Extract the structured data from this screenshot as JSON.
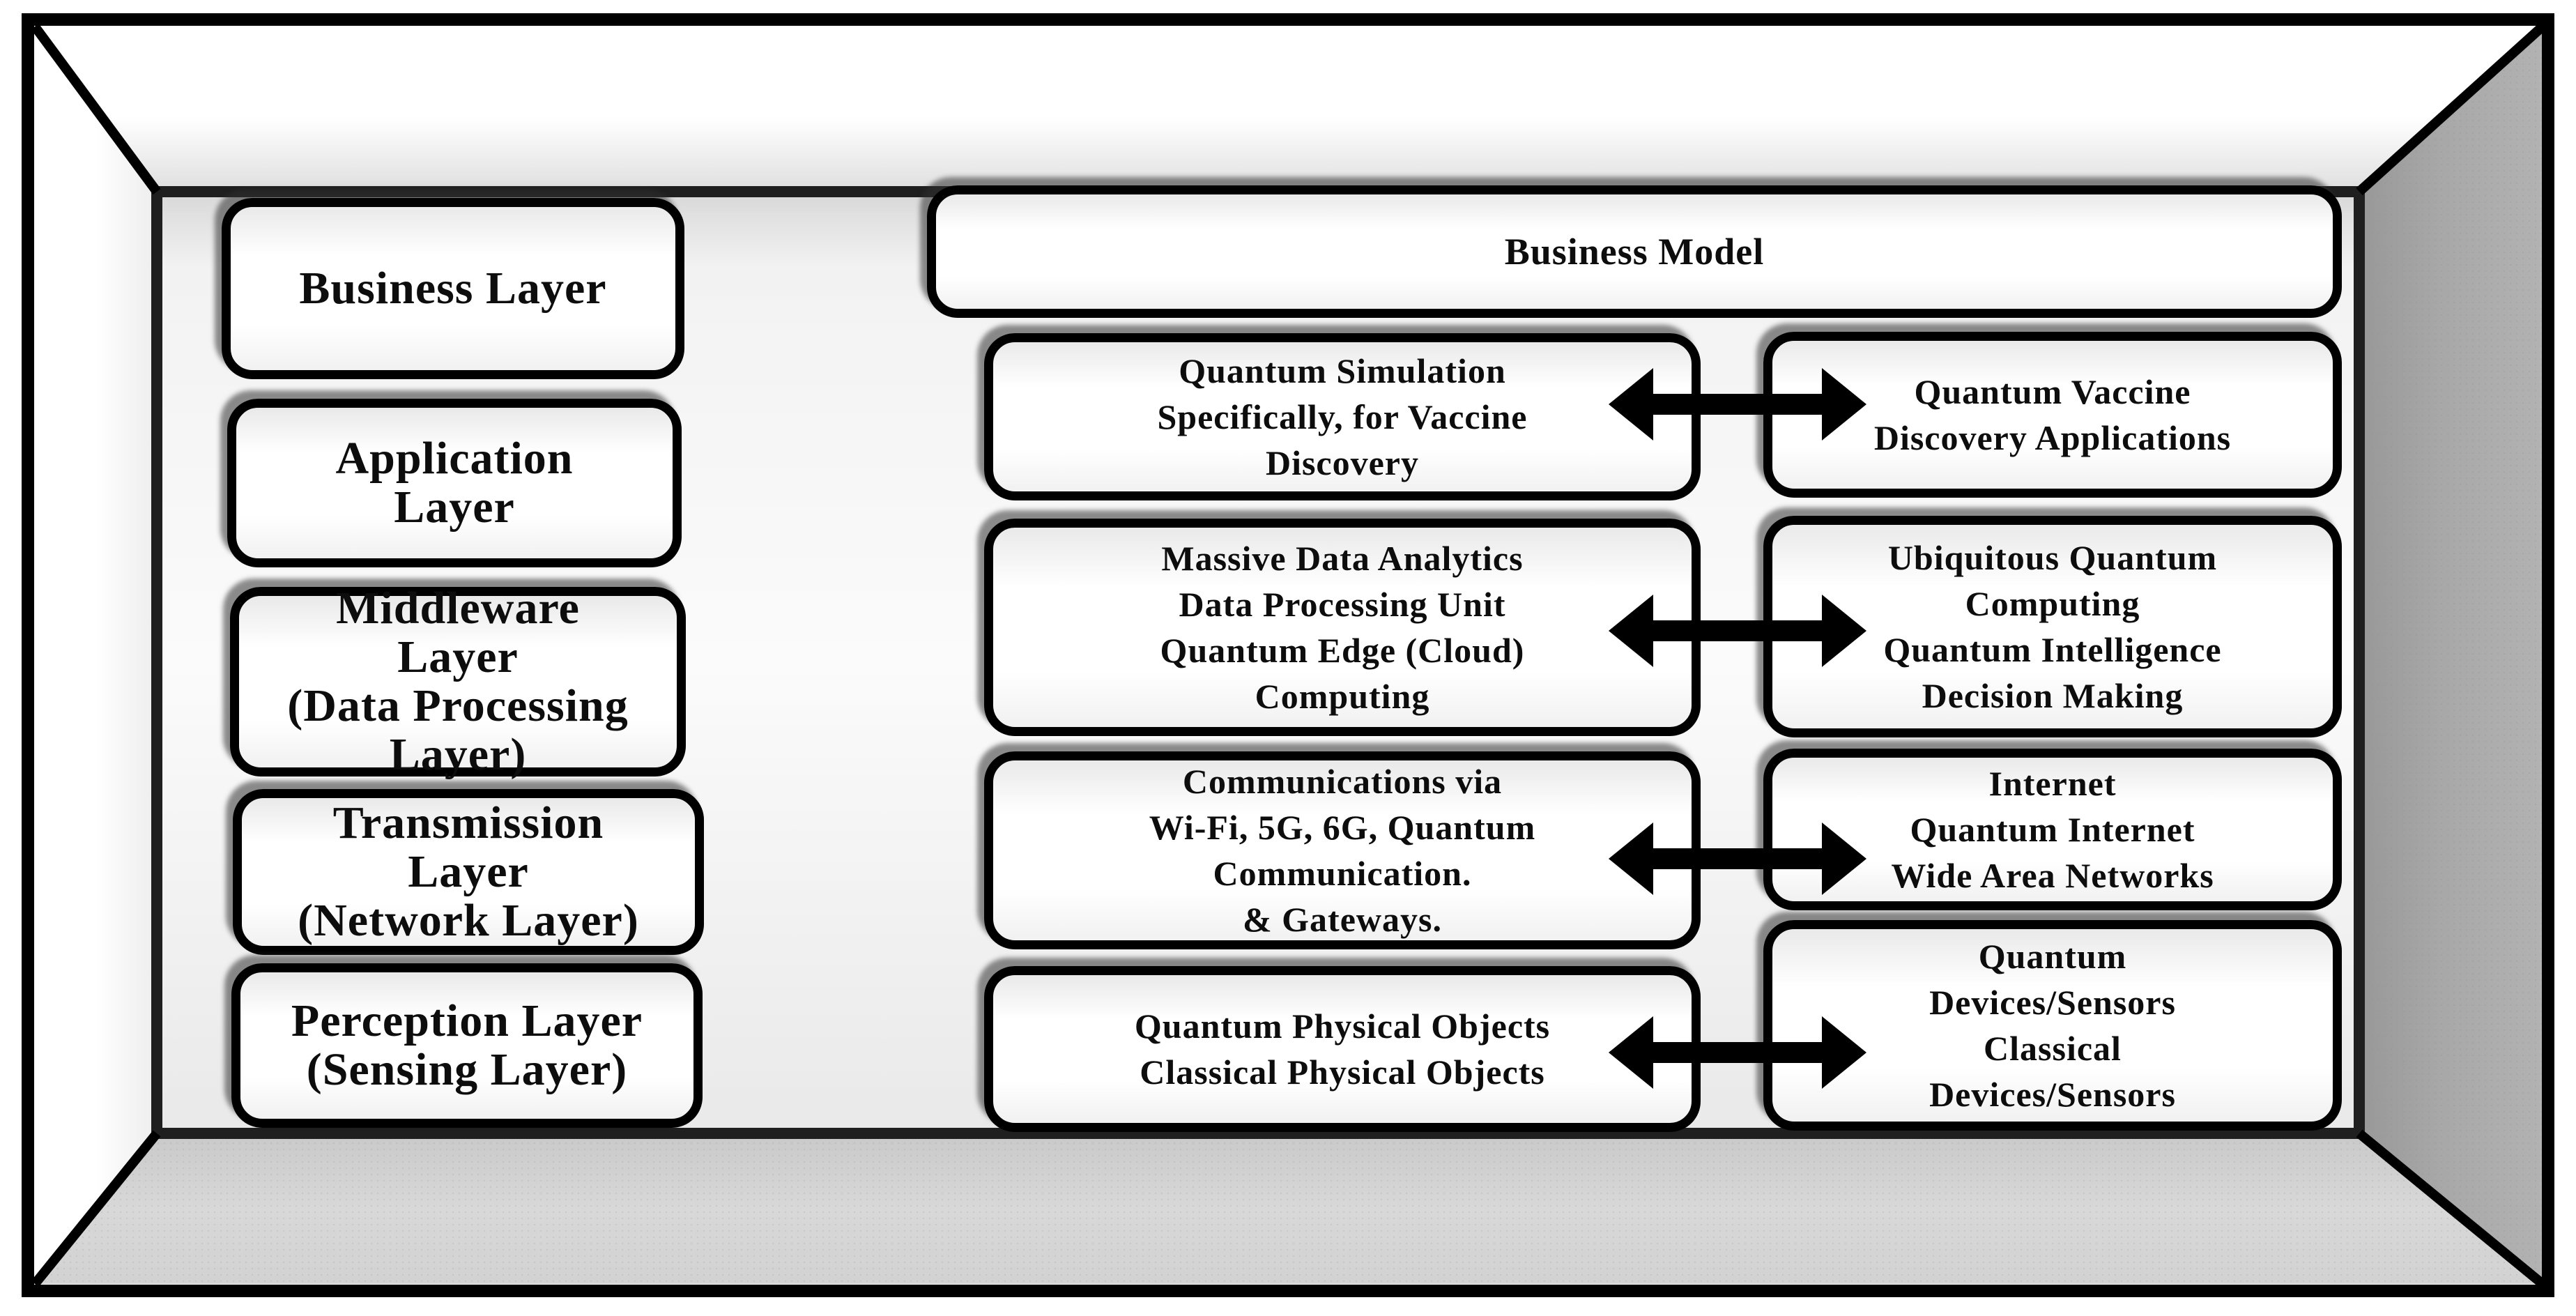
{
  "colors": {
    "frame_border": "#000000",
    "box_border": "#000000",
    "box_fill": "#ffffff",
    "right_wall": "#a6a6a6",
    "floor": "#d6d6d6",
    "back_wall": "#f5f5f5",
    "arrow": "#000000",
    "text": "#0d0d0d"
  },
  "left_column": {
    "layers": [
      {
        "label": "Business Layer"
      },
      {
        "label": "Application\nLayer"
      },
      {
        "label": "Middleware\nLayer\n(Data Processing\nLayer)"
      },
      {
        "label": "Transmission\nLayer\n(Network Layer)"
      },
      {
        "label": "Perception Layer\n(Sensing Layer)"
      }
    ]
  },
  "business_model": {
    "label": "Business Model"
  },
  "rows": [
    {
      "middle": {
        "label": "Quantum Simulation\nSpecifically, for Vaccine\nDiscovery"
      },
      "right": {
        "label": "Quantum Vaccine\nDiscovery Applications"
      },
      "connector": "double-headed-arrow"
    },
    {
      "middle": {
        "label": "Massive Data Analytics\nData Processing Unit\nQuantum Edge (Cloud)\nComputing"
      },
      "right": {
        "label": "Ubiquitous Quantum\nComputing\nQuantum Intelligence\nDecision Making"
      },
      "connector": "double-headed-arrow"
    },
    {
      "middle": {
        "label": "Communications via\nWi-Fi, 5G, 6G, Quantum\nCommunication.\n& Gateways."
      },
      "right": {
        "label": "Internet\nQuantum Internet\nWide Area Networks"
      },
      "connector": "double-headed-arrow"
    },
    {
      "middle": {
        "label": "Quantum Physical Objects\nClassical Physical Objects"
      },
      "right": {
        "label": "Quantum\nDevices/Sensors\nClassical\nDevices/Sensors"
      },
      "connector": "double-headed-arrow"
    }
  ]
}
